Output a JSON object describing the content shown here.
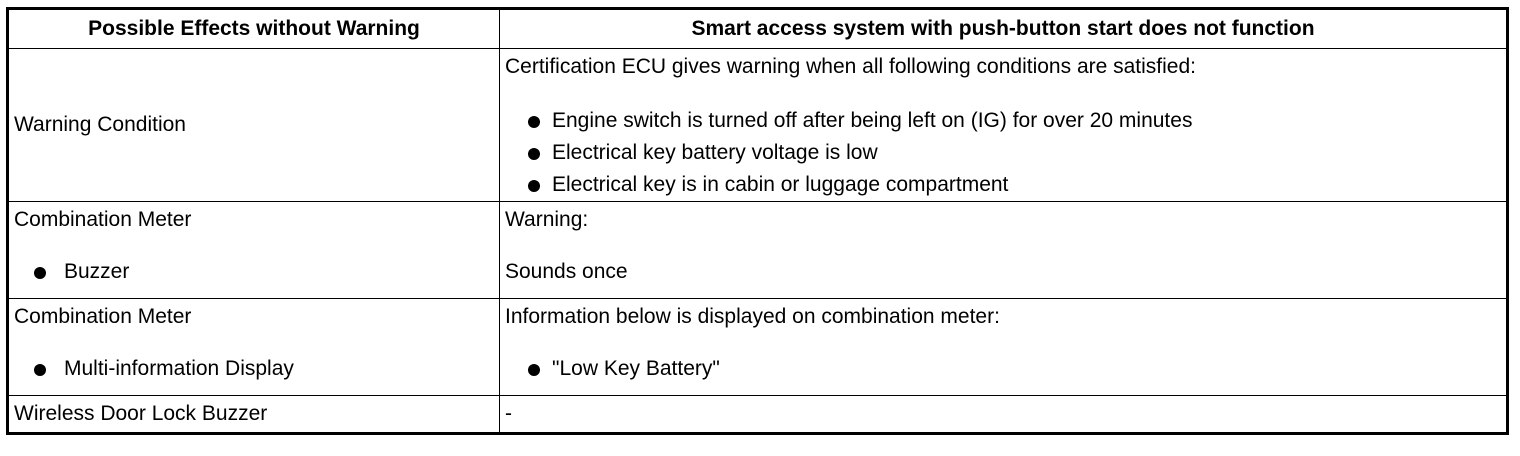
{
  "header": {
    "col1": "Possible Effects without Warning",
    "col2": "Smart access system with push-button start does not function"
  },
  "rows": [
    {
      "left": "Warning Condition",
      "right_intro": "Certification ECU gives warning when all following conditions are satisfied:",
      "right_bullets": [
        "Engine switch is turned off after being left on (IG) for over 20 minutes",
        "Electrical key battery voltage is low",
        "Electrical key is in cabin or luggage compartment"
      ]
    },
    {
      "left": "Combination Meter",
      "left_bullet": "Buzzer",
      "right_line1": "Warning:",
      "right_line2": "Sounds once"
    },
    {
      "left": "Combination Meter",
      "left_bullet": "Multi-information Display",
      "right_intro": "Information below is displayed on combination meter:",
      "right_bullet": "\"Low Key Battery\""
    },
    {
      "left": "Wireless Door Lock Buzzer",
      "right": "-"
    }
  ],
  "icons": {
    "bullet": "filled-circle-bullet-icon"
  }
}
